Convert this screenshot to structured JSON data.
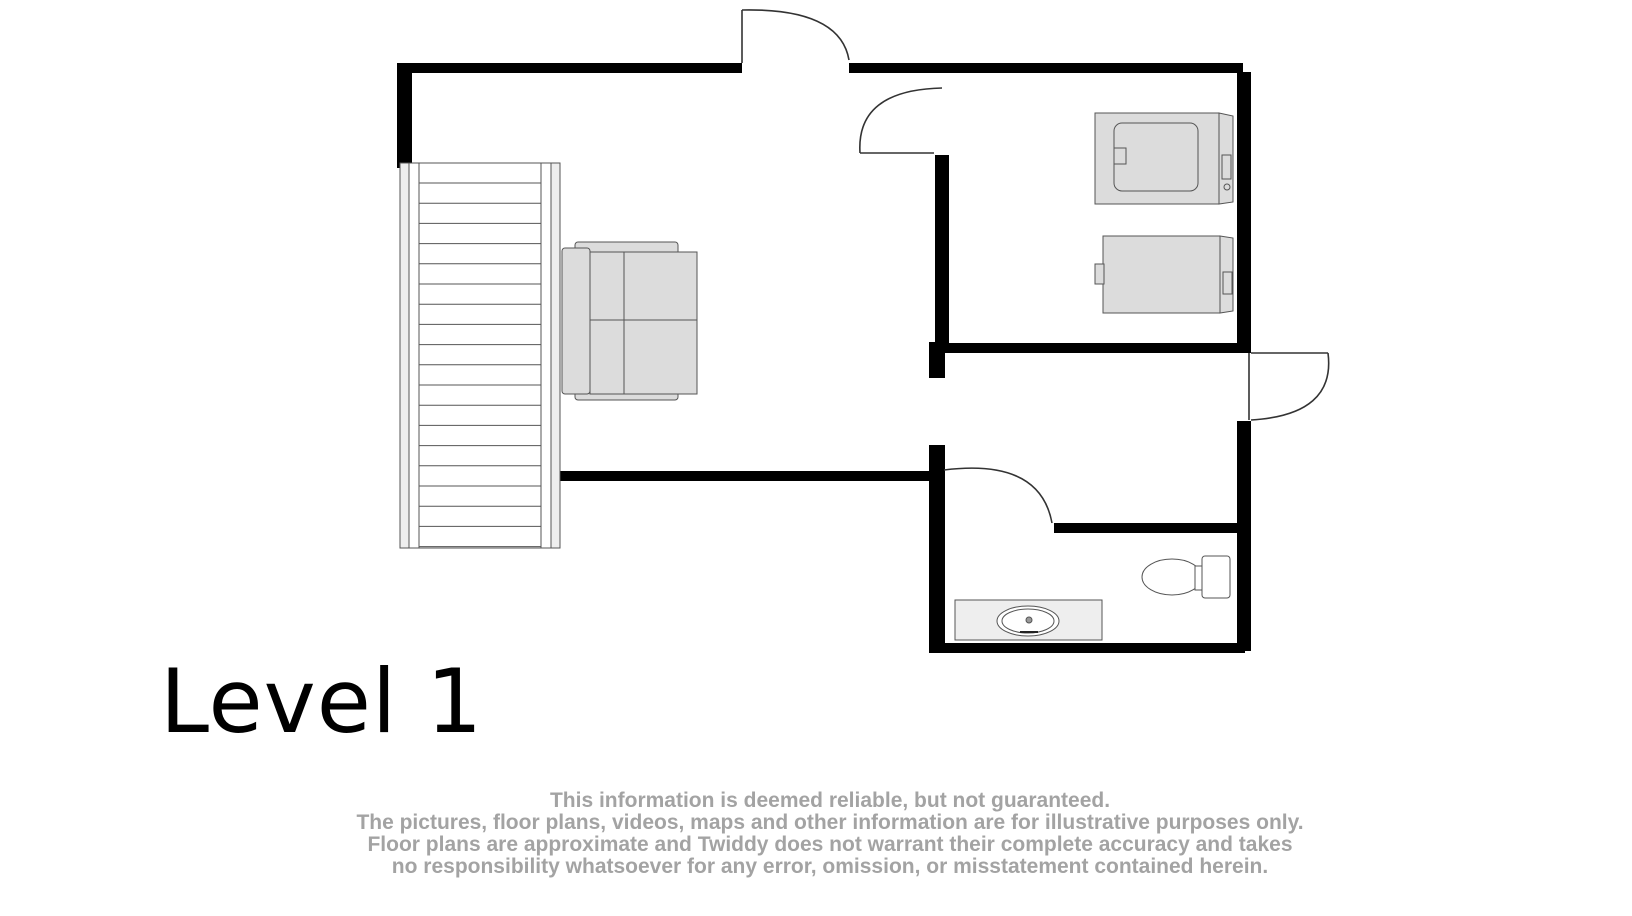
{
  "plan": {
    "level_label": "Level 1",
    "wall_color": "#000000",
    "fixture_fill": "#dcdcdc",
    "fixtures": [
      "stairs",
      "sofa",
      "washer",
      "dryer",
      "toilet",
      "sink-vanity"
    ],
    "doors": 4
  },
  "disclaimer": {
    "lines": [
      "This information is deemed reliable, but not guaranteed.",
      "The pictures, floor plans, videos, maps and other information are for illustrative purposes only.",
      "Floor plans are approximate and Twiddy does not warrant their complete accuracy and takes",
      "no responsibility whatsoever for any error, omission, or misstatement contained herein."
    ],
    "color": "#a3a3a3"
  }
}
